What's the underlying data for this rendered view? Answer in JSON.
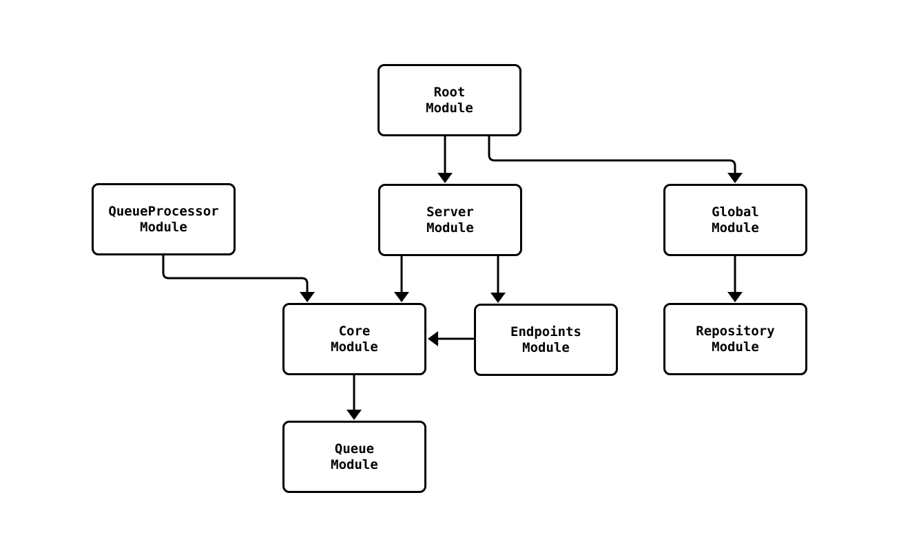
{
  "diagram": {
    "type": "flowchart",
    "background_color": "#ffffff",
    "node_fill_color": "#ffffff",
    "node_border_color": "#000000",
    "edge_color": "#000000",
    "text_color": "#000000"
  },
  "nodes": [
    {
      "id": "root",
      "lines": [
        "Root",
        "Module"
      ]
    },
    {
      "id": "queueprocessor",
      "lines": [
        "QueueProcessor",
        "Module"
      ]
    },
    {
      "id": "server",
      "lines": [
        "Server",
        "Module"
      ]
    },
    {
      "id": "global",
      "lines": [
        "Global",
        "Module"
      ]
    },
    {
      "id": "core",
      "lines": [
        "Core",
        "Module"
      ]
    },
    {
      "id": "endpoints",
      "lines": [
        "Endpoints",
        "Module"
      ]
    },
    {
      "id": "repository",
      "lines": [
        "Repository",
        "Module"
      ]
    },
    {
      "id": "queue",
      "lines": [
        "Queue",
        "Module"
      ]
    }
  ],
  "edges": [
    {
      "from": "root",
      "to": "server"
    },
    {
      "from": "root",
      "to": "global"
    },
    {
      "from": "queueprocessor",
      "to": "core"
    },
    {
      "from": "server",
      "to": "core"
    },
    {
      "from": "server",
      "to": "endpoints"
    },
    {
      "from": "endpoints",
      "to": "core"
    },
    {
      "from": "global",
      "to": "repository"
    },
    {
      "from": "core",
      "to": "queue"
    }
  ]
}
